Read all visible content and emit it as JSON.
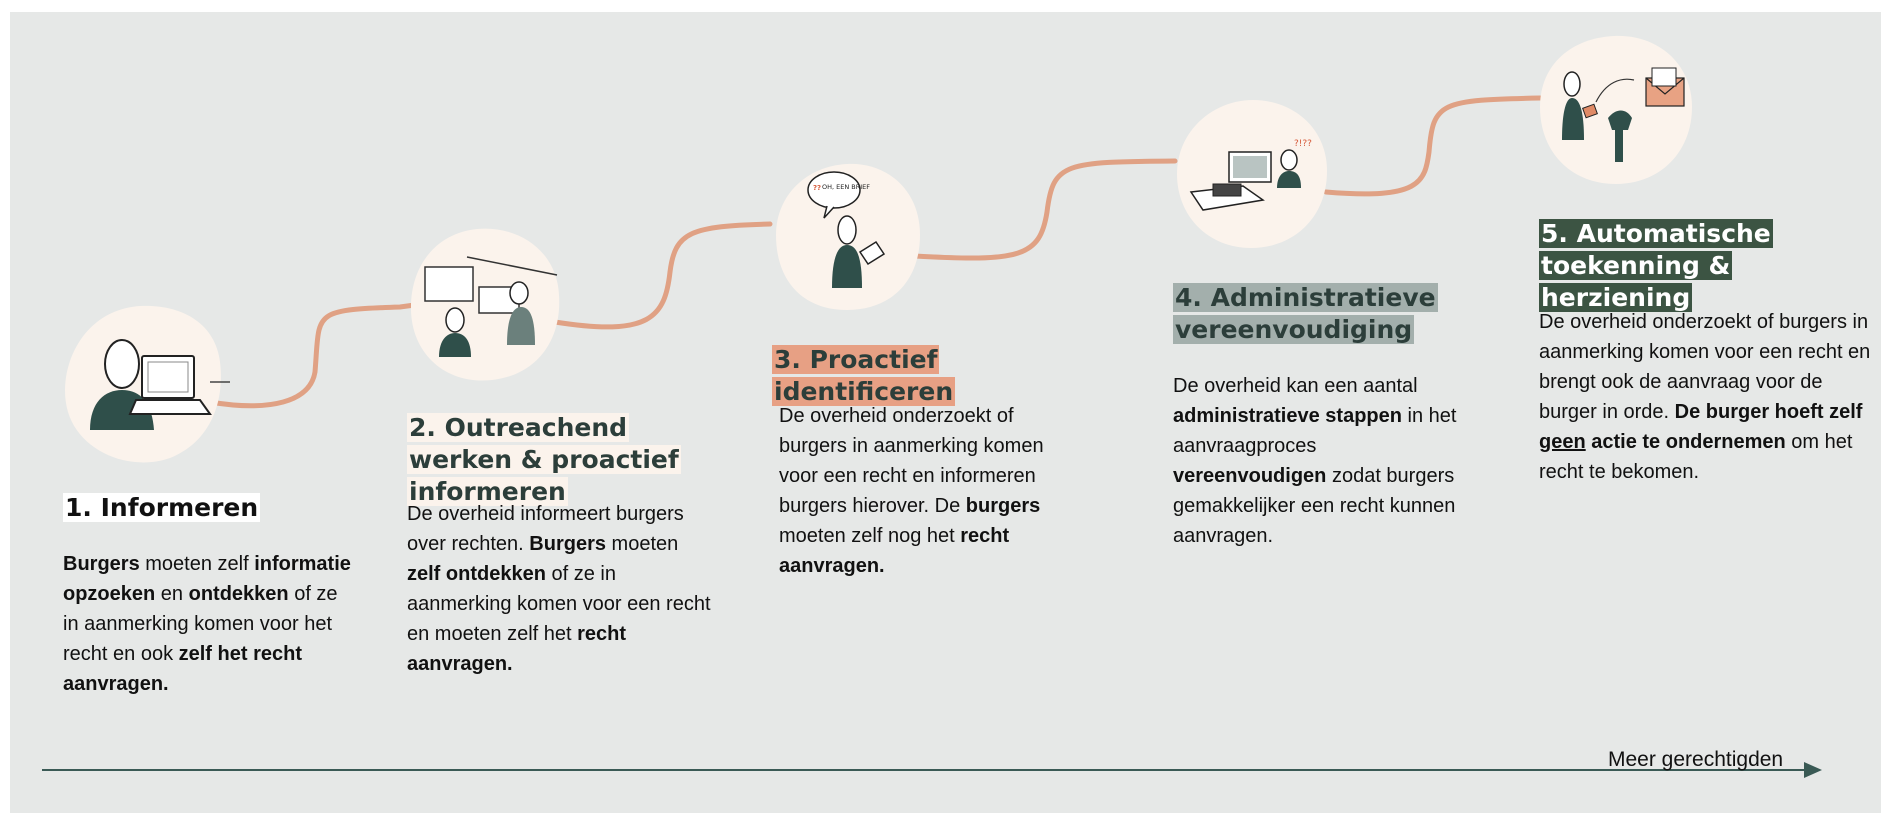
{
  "colors": {
    "background": "#e6e8e7",
    "path": "#e0a184",
    "blob": "#fbf3ec",
    "figure_dark": "#2f4f4a",
    "step1_highlight": "#ffffff",
    "step2_highlight": "#fbf3ec",
    "step3_highlight": "#e7a084",
    "step4_highlight": "#a3afac",
    "step5_highlight": "#3c5443"
  },
  "steps": [
    {
      "title": "1. Informeren",
      "illustration": "person-at-laptop",
      "description": [
        {
          "b": "Burgers"
        },
        {
          "t": " moeten zelf "
        },
        {
          "b": "informatie opzoeken"
        },
        {
          "t": " en "
        },
        {
          "b": "ontdekken"
        },
        {
          "t": " of ze in aanmerking komen voor het recht en ook "
        },
        {
          "b": "zelf het recht aanvragen."
        }
      ]
    },
    {
      "title": "2. Outreachend werken & proactief informeren",
      "illustration": "people-at-counter",
      "description": [
        {
          "t": "De overheid informeert burgers over rechten. "
        },
        {
          "b": "Burgers"
        },
        {
          "t": " moeten "
        },
        {
          "b": "zelf ontdekken"
        },
        {
          "t": " of ze in aanmerking komen voor een recht en moeten zelf het "
        },
        {
          "b": "recht aanvragen."
        }
      ]
    },
    {
      "title": "3. Proactief identificeren",
      "illustration": "person-with-letter",
      "speech_bubble": "OH, EEN BRIEF",
      "description": [
        {
          "t": "De overheid onderzoekt of burgers in aanmerking komen voor een recht en informeren burgers hierover. De "
        },
        {
          "b": "burgers"
        },
        {
          "t": " moeten zelf nog het "
        },
        {
          "b": "recht aanvragen."
        }
      ]
    },
    {
      "title": "4. Administratieve vereenvoudiging",
      "illustration": "person-at-computer",
      "description": [
        {
          "t": "De overheid kan een aantal "
        },
        {
          "b": "administratieve stappen"
        },
        {
          "t": " in het aanvraagproces "
        },
        {
          "b": "vereenvoudigen"
        },
        {
          "t": " zodat burgers gemakkelijker een recht kunnen aanvragen."
        }
      ]
    },
    {
      "title": "5. Automatische toekenning & herziening",
      "illustration": "person-mailbox-envelope",
      "description": [
        {
          "t": "De overheid onderzoekt of burgers in aanmerking komen voor een recht en brengt ook de aanvraag voor de burger in orde. "
        },
        {
          "b": "De burger hoeft zelf "
        },
        {
          "bu": "geen"
        },
        {
          "b": " actie te ondernemen"
        },
        {
          "t": " om het recht te bekomen."
        }
      ]
    }
  ],
  "axis": {
    "label": "Meer gerechtigden"
  }
}
